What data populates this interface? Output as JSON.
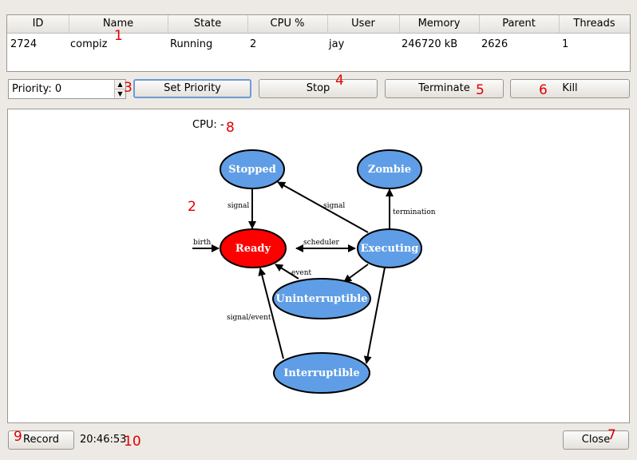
{
  "table": {
    "columns": [
      "ID",
      "Name",
      "State",
      "CPU %",
      "User",
      "Memory",
      "Parent",
      "Threads"
    ],
    "rows": [
      {
        "id": "2724",
        "name": "compiz",
        "state": "Running",
        "cpu": "2",
        "user": "jay",
        "memory": "246720 kB",
        "parent": "2626",
        "threads": "1"
      }
    ]
  },
  "controls": {
    "priority_value": "Priority: 0",
    "set_priority": "Set Priority",
    "stop": "Stop",
    "terminate": "Terminate",
    "kill": "Kill"
  },
  "panel": {
    "cpu_text": "CPU: -",
    "diagram": {
      "states": {
        "stopped": "Stopped",
        "zombie": "Zombie",
        "ready": "Ready",
        "executing": "Executing",
        "uninterruptible": "Uninterruptible",
        "interruptible": "Interruptible"
      },
      "edges": {
        "signal_left": "signal",
        "signal_right": "signal",
        "termination": "termination",
        "birth": "birth",
        "scheduler": "scheduler",
        "event": "event",
        "signal_event": "signal/event"
      },
      "colors": {
        "ready": "#ff0000",
        "other": "#5f9ee6"
      }
    }
  },
  "footer": {
    "record": "Record",
    "time": "20:46:53",
    "close": "Close"
  },
  "markers": [
    "1",
    "2",
    "3",
    "4",
    "5",
    "6",
    "7",
    "8",
    "9",
    "10"
  ]
}
